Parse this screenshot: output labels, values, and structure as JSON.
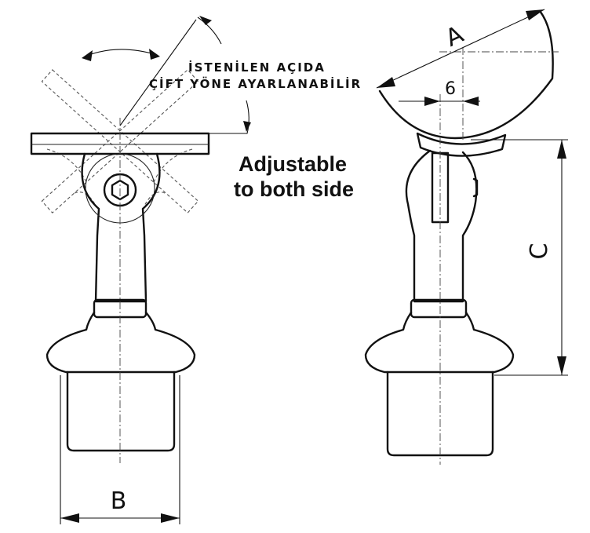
{
  "annotations": {
    "turkish_line1": "İSTENİLEN AÇIDA",
    "turkish_line2": "ÇİFT YÖNE AYARLANABİLİR",
    "english_line1": "Adjustable",
    "english_line2": "to both side"
  },
  "dimensions": {
    "a": "A",
    "six": "6",
    "b": "B",
    "c": "C"
  },
  "colors": {
    "line": "#111111",
    "background": "#ffffff"
  }
}
